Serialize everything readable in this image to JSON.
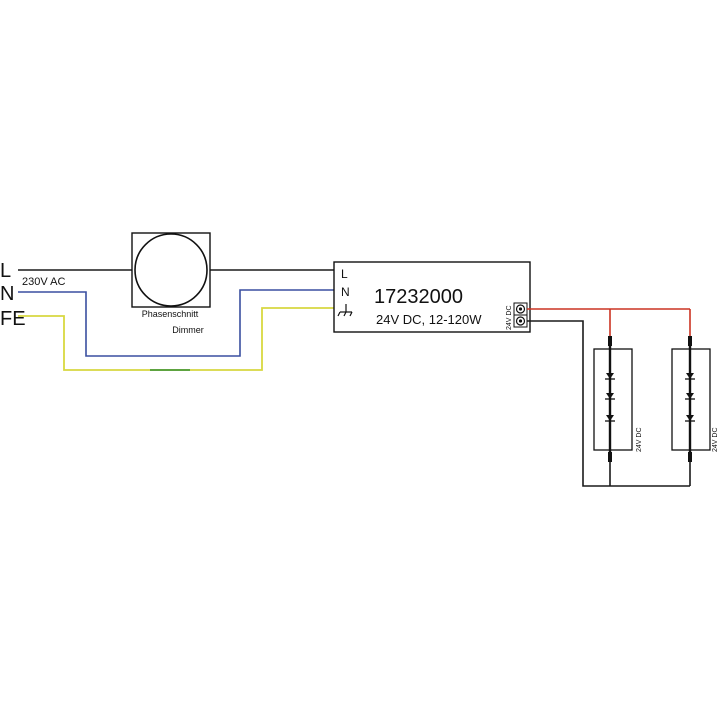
{
  "supply": {
    "terminal_l": "L",
    "terminal_n": "N",
    "terminal_fe": "FE",
    "voltage": "230V AC"
  },
  "dimmer": {
    "label_line1": "Phasenschnitt",
    "label_line2": "Dimmer"
  },
  "driver": {
    "terminal_l": "L",
    "terminal_n": "N",
    "model": "17232000",
    "spec": "24V DC, 12-120W",
    "output_label": "24V DC"
  },
  "led_strips": [
    {
      "label": "24V DC"
    },
    {
      "label": "24V DC"
    }
  ],
  "wire_colors": {
    "line": "#1a1a1a",
    "neutral": "#3a4fa0",
    "earth": "#d8d840",
    "earth_green": "#4a9a3a",
    "positive": "#cc3322",
    "negative": "#1a1a1a"
  }
}
